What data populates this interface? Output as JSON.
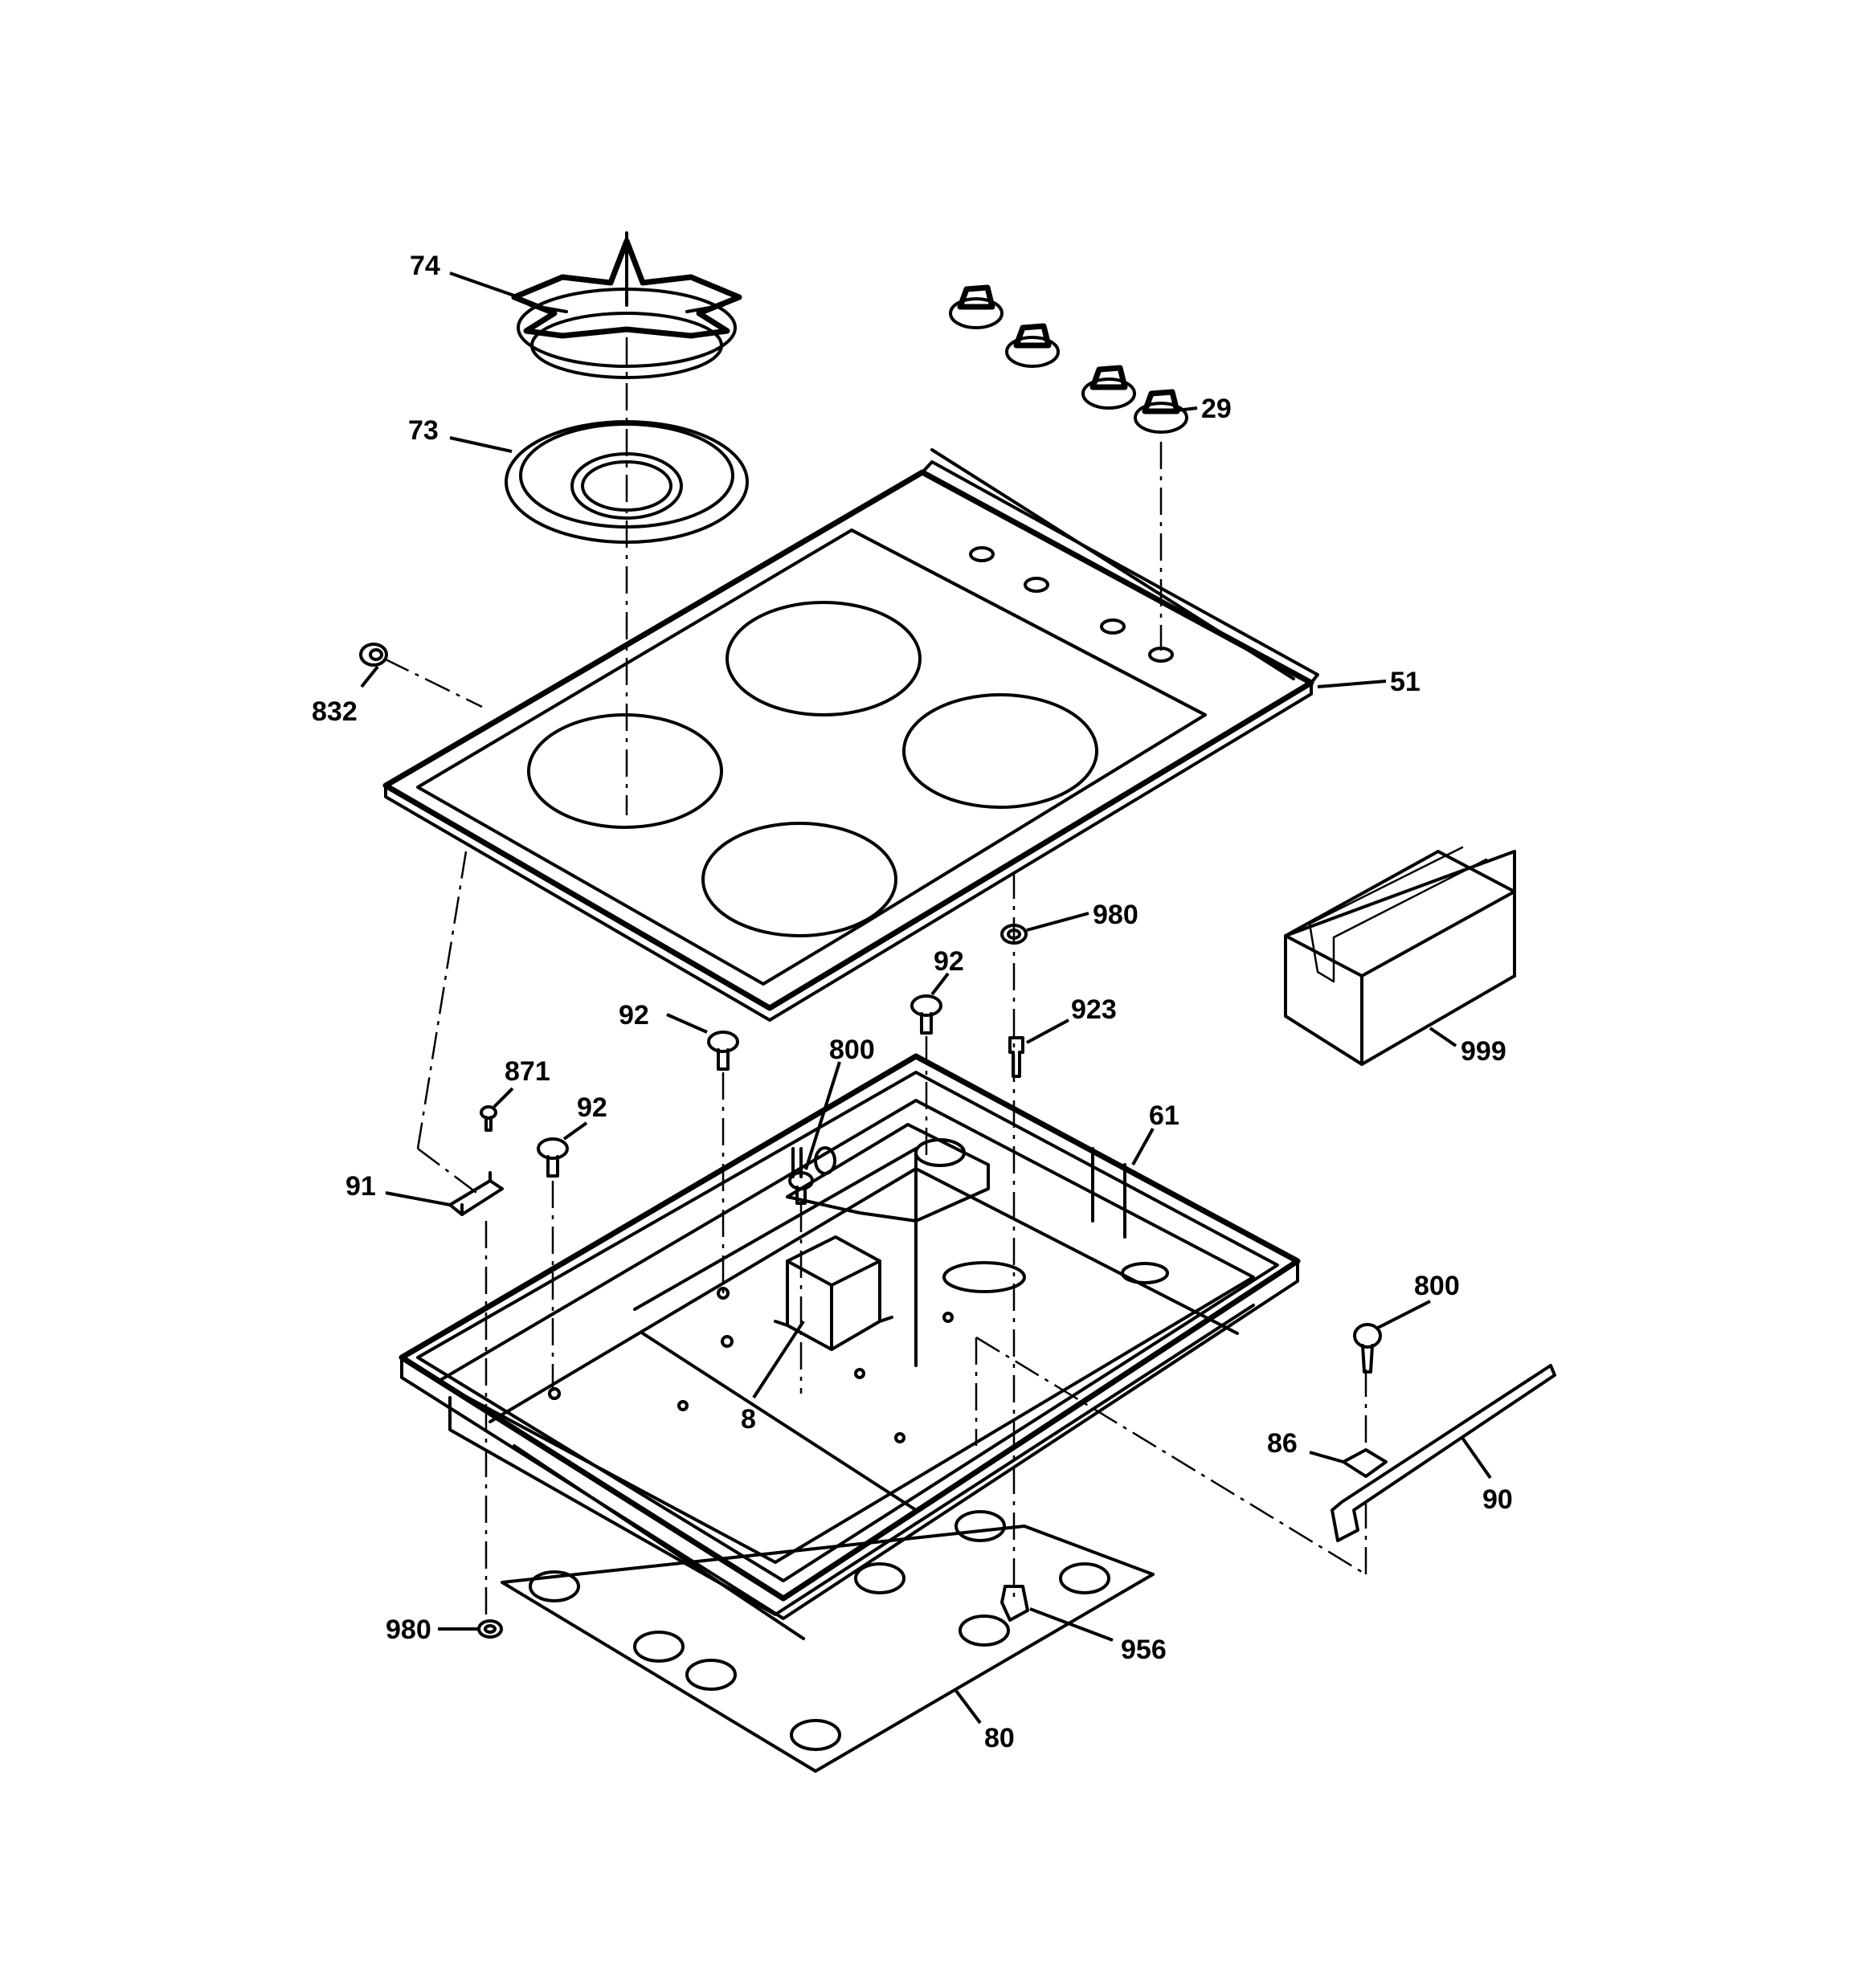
{
  "callouts": {
    "c74": "74",
    "c73": "73",
    "c29": "29",
    "c832": "832",
    "c51": "51",
    "c980a": "980",
    "c999": "999",
    "c92a": "92",
    "c92b": "92",
    "c923": "923",
    "c800a": "800",
    "c871": "871",
    "c92c": "92",
    "c61": "61",
    "c91": "91",
    "c8": "8",
    "c800b": "800",
    "c86": "86",
    "c90": "90",
    "c980b": "980",
    "c956": "956",
    "c80": "80"
  }
}
